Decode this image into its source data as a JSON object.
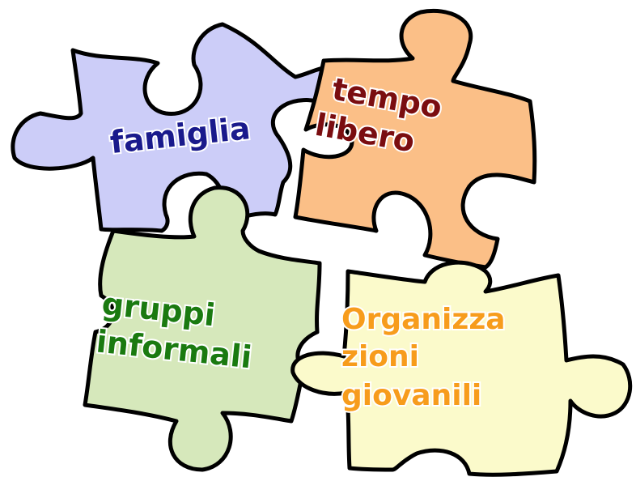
{
  "pieces": [
    {
      "id": "famiglia",
      "label": "famiglia",
      "fill": "#cccdf8",
      "text_color": "#1a1a8c"
    },
    {
      "id": "tempo_libero",
      "lines": [
        "tempo",
        "libero"
      ],
      "fill": "#fbbf87",
      "text_color": "#7a0d10"
    },
    {
      "id": "gruppi_informali",
      "lines": [
        "gruppi",
        "informali"
      ],
      "fill": "#d6e8bb",
      "text_color": "#1a7a10"
    },
    {
      "id": "organizzazioni_giovanili",
      "lines": [
        "Organizza",
        "zioni",
        "giovanili"
      ],
      "fill": "#fbfacb",
      "text_color": "#f79c1c"
    }
  ]
}
